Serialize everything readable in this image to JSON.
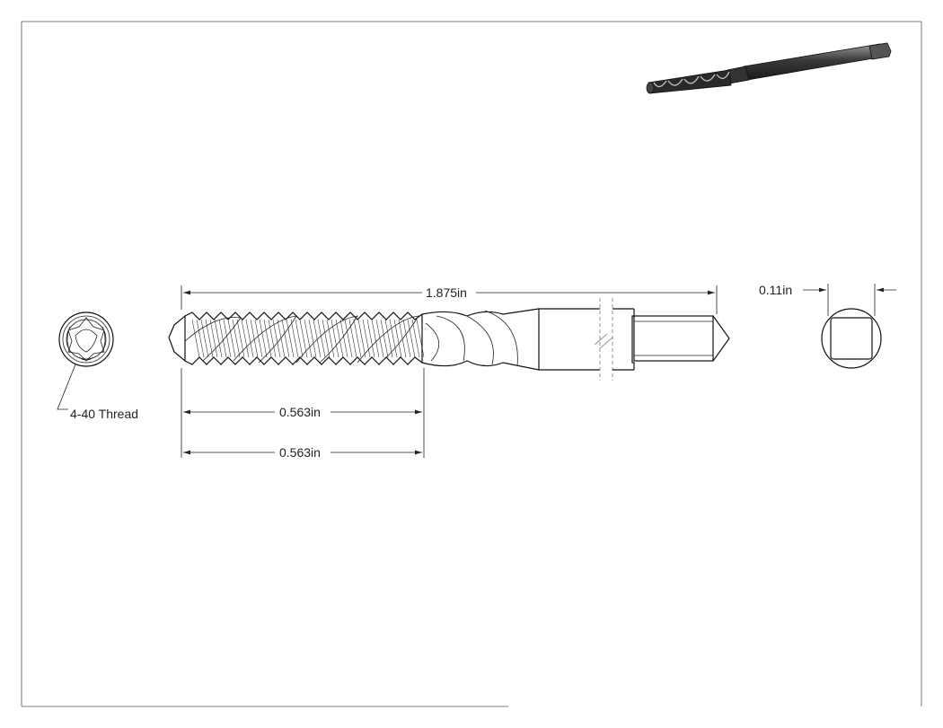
{
  "drawing": {
    "dimensions": {
      "overall_length": "1.875in",
      "thread_length_1": "0.563in",
      "thread_length_2": "0.563in",
      "square_drive": "0.11in"
    },
    "callouts": {
      "thread": "4-40 Thread"
    }
  }
}
